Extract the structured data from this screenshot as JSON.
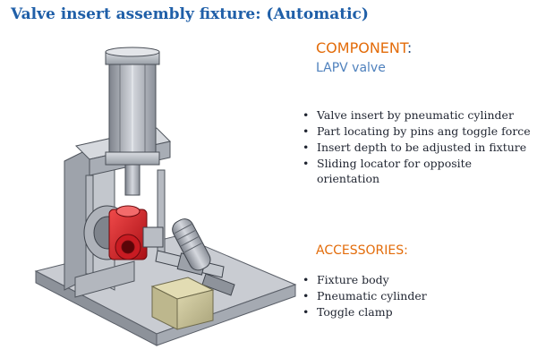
{
  "slide": {
    "title": "Valve insert assembly fixture: (Automatic)"
  },
  "component": {
    "heading": "COMPONENT",
    "colon": ":",
    "name": "LAPV valve"
  },
  "features": [
    "Valve insert by pneumatic cylinder",
    "Part locating by pins ang toggle force",
    "Insert depth to be adjusted in fixture",
    "Sliding locator for opposite orientation"
  ],
  "accessories": {
    "heading": "ACCESSORIES:",
    "items": [
      "Fixture body",
      "Pneumatic cylinder",
      "Toggle clamp"
    ]
  },
  "colors": {
    "title": "#1f5fa8",
    "heading_accent": "#e36c0a",
    "component_name": "#4f81bd",
    "body_text": "#1f2430",
    "fixture_red": "#d0161e",
    "fixture_steel": "#b8bcc4",
    "block_khaki": "#c9c39a"
  }
}
